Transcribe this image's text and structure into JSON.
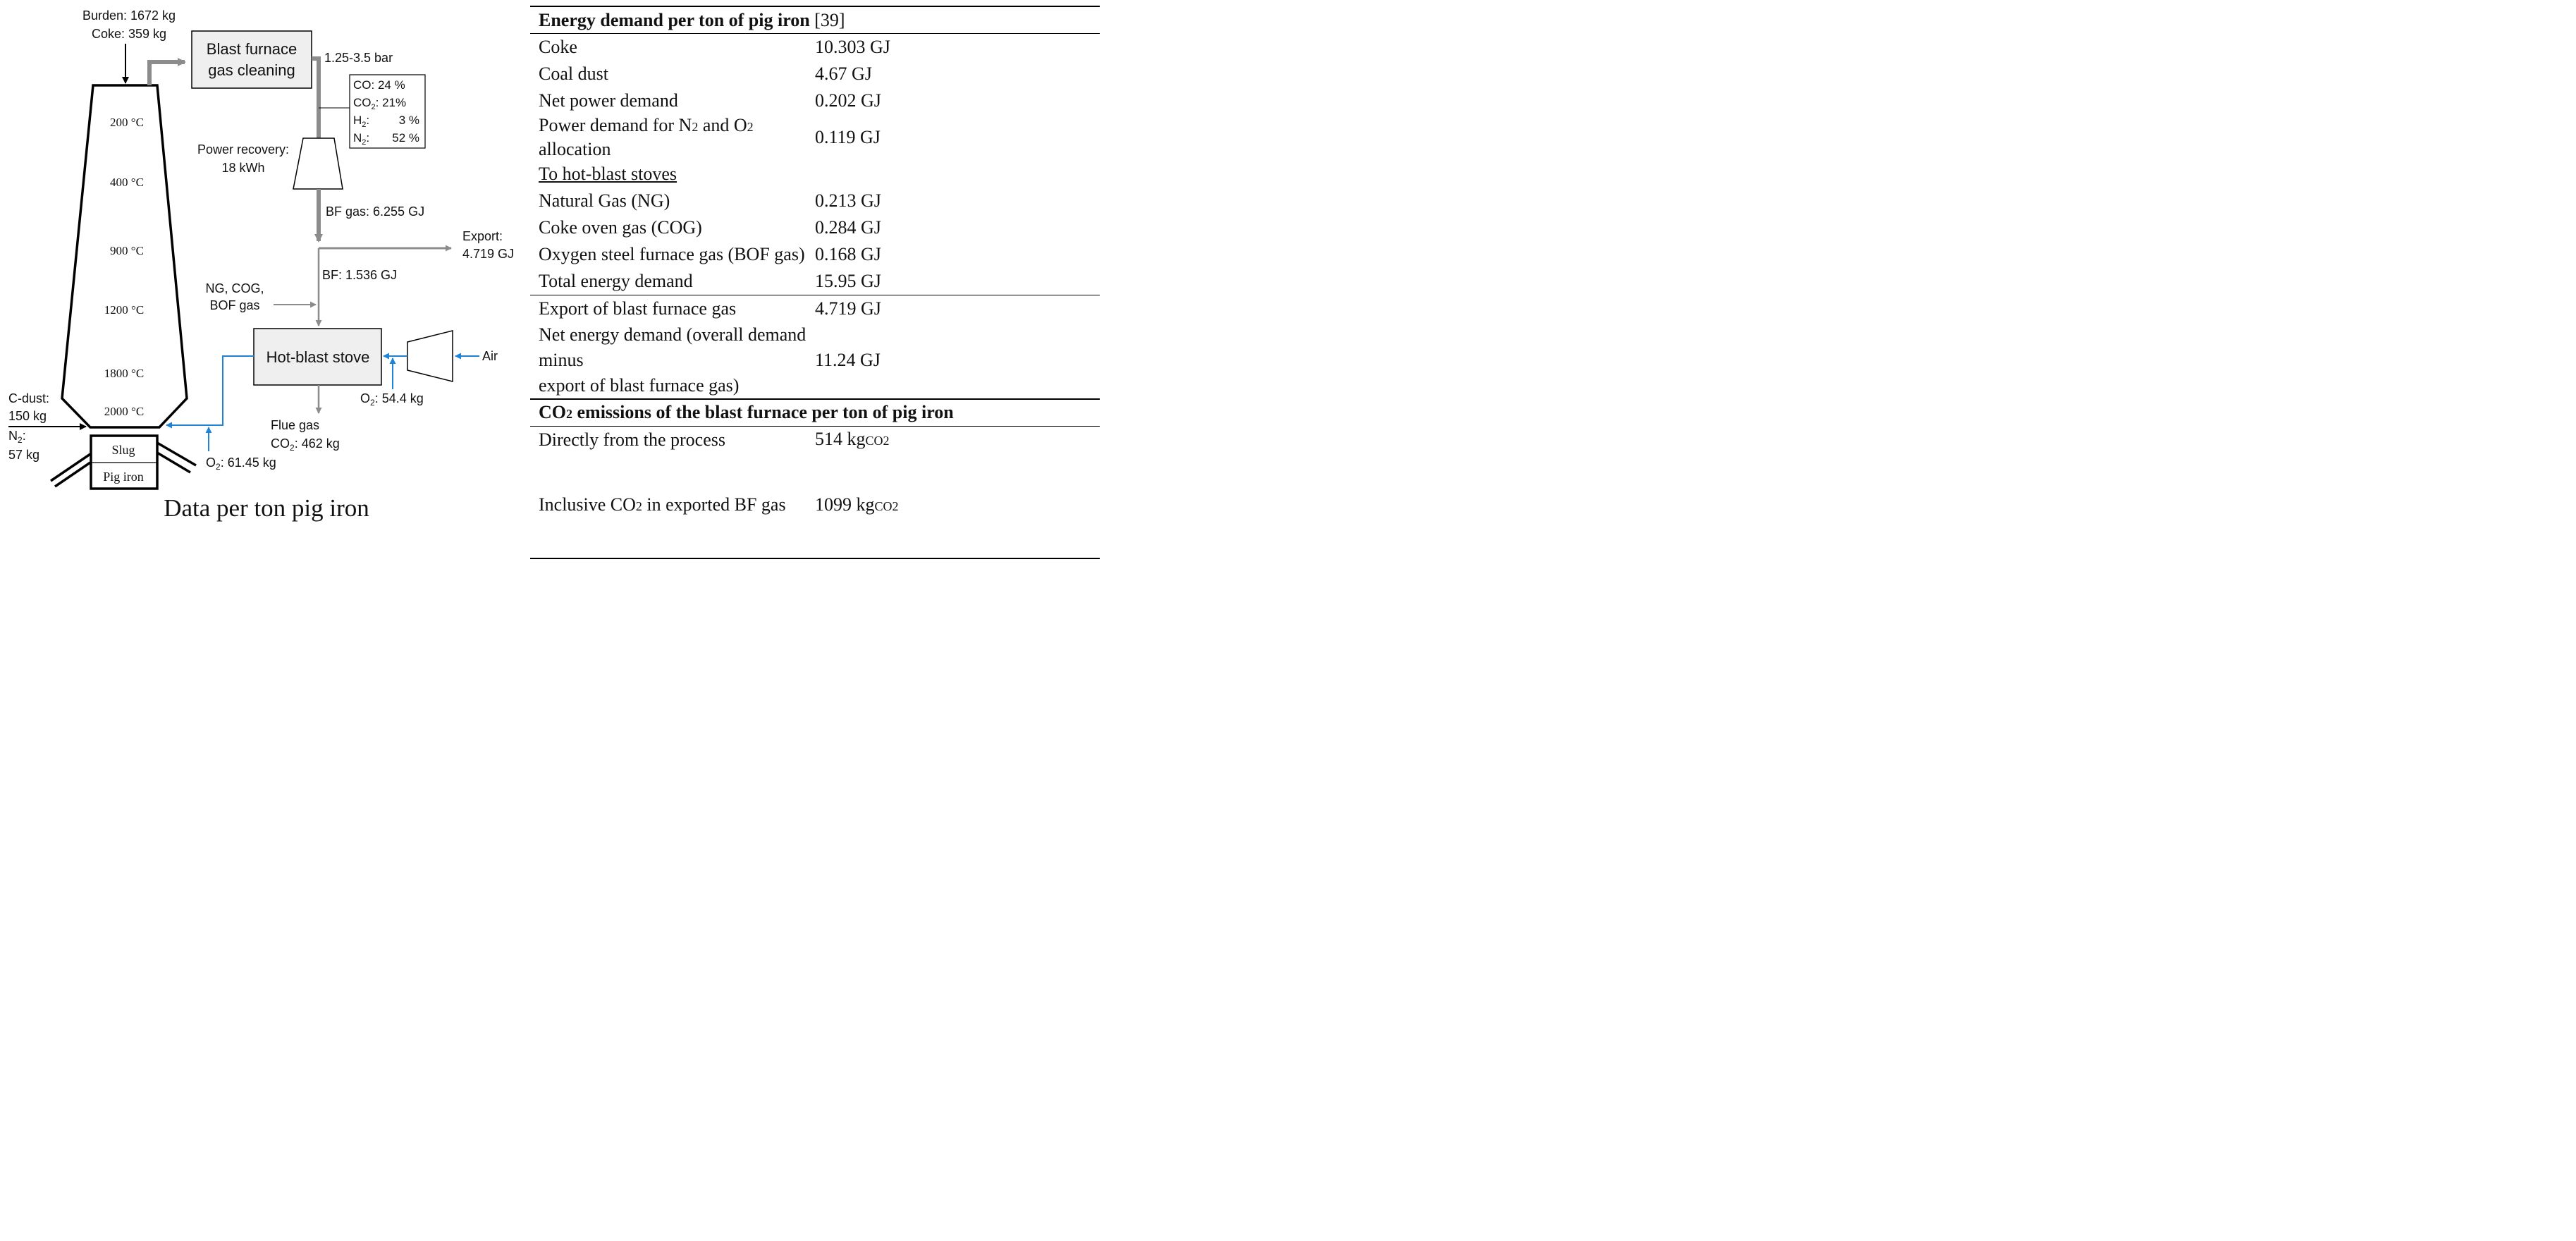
{
  "diagram": {
    "burden": "Burden: 1672 kg",
    "coke": "Coke: 359 kg",
    "gas_cleaning_line1": "Blast furnace",
    "gas_cleaning_line2": "gas cleaning",
    "pressure": "1.25-3.5 bar",
    "composition": {
      "co": "CO: 24 %",
      "co2_label": "CO",
      "co2_sub": "2",
      "co2_value": ": 21%",
      "h2_label": "H",
      "h2_sub": "2",
      "h2_colon": ":",
      "h2_value": "3 %",
      "n2_label": "N",
      "n2_sub": "2",
      "n2_colon": ":",
      "n2_value": "52 %"
    },
    "temperatures": [
      "200 °C",
      "400 °C",
      "900 °C",
      "1200 °C",
      "1800 °C",
      "2000 °C"
    ],
    "power_recovery_line1": "Power recovery:",
    "power_recovery_line2": "18 kWh",
    "bf_gas": "BF gas: 6.255 GJ",
    "export_line1": "Export:",
    "export_line2": "4.719 GJ",
    "bf_to_stove": "BF: 1.536 GJ",
    "stove_fuels_line1": "NG, COG,",
    "stove_fuels_line2": "BOF gas",
    "hot_blast_stove": "Hot-blast stove",
    "air": "Air",
    "o2_stove_label": "O",
    "o2_stove_sub": "2",
    "o2_stove_value": ": 54.4 kg",
    "c_dust_line1": "C-dust:",
    "c_dust_line2": "150 kg",
    "n2_line1_label": "N",
    "n2_line1_sub": "2",
    "n2_line1_colon": ":",
    "n2_line2": "57 kg",
    "flue_gas_line1": "Flue gas",
    "flue_gas_co2_label": "CO",
    "flue_gas_co2_sub": "2",
    "flue_gas_co2_value": ": 462 kg",
    "o2_tuyere_label": "O",
    "o2_tuyere_sub": "2",
    "o2_tuyere_value": ": 61.45 kg",
    "slug": "Slug",
    "pig_iron": "Pig iron",
    "caption": "Data per ton pig iron"
  },
  "table": {
    "header1_text": "Energy demand per ton of pig iron",
    "header1_ref": " [39]",
    "rows1": [
      {
        "label": "Coke",
        "value": "10.303 GJ"
      },
      {
        "label": "Coal dust",
        "value": "4.67 GJ"
      },
      {
        "label": "Net power demand",
        "value": "0.202 GJ"
      }
    ],
    "power_n2o2": {
      "pre": "Power demand for N",
      "sub1": "2",
      "mid": " and O",
      "sub2": "2",
      "post": " allocation",
      "value": "0.119 GJ"
    },
    "subheading": "To hot-blast stoves",
    "rows2": [
      {
        "label": "Natural Gas (NG)",
        "value": "0.213 GJ"
      },
      {
        "label": "Coke oven gas (COG)",
        "value": "0.284 GJ"
      },
      {
        "label": "Oxygen steel furnace gas (BOF gas)",
        "value": "0.168 GJ"
      },
      {
        "label": "Total energy demand",
        "value": "15.95 GJ"
      }
    ],
    "export_row": {
      "label": "Export of blast furnace gas",
      "value": "4.719 GJ"
    },
    "net_row": {
      "label_line1": "Net energy demand (overall demand minus",
      "label_line2": "export of blast furnace gas)",
      "value": "11.24 GJ"
    },
    "header2": {
      "pre": "CO",
      "sub": "2",
      "post": " emissions of the blast furnace per ton of pig iron"
    },
    "direct_row": {
      "label": "Directly from the process",
      "value_num": "514 kg",
      "value_sub": "CO2"
    },
    "inclusive_row": {
      "pre": "Inclusive CO",
      "sub": "2",
      "post": " in exported BF gas",
      "value_num": "1099 kg",
      "value_sub": "CO2"
    }
  },
  "colors": {
    "black": "#000000",
    "gray_flow": "#8c8c8c",
    "blue_flow": "#1f84d6",
    "box_fill": "#efefef"
  }
}
